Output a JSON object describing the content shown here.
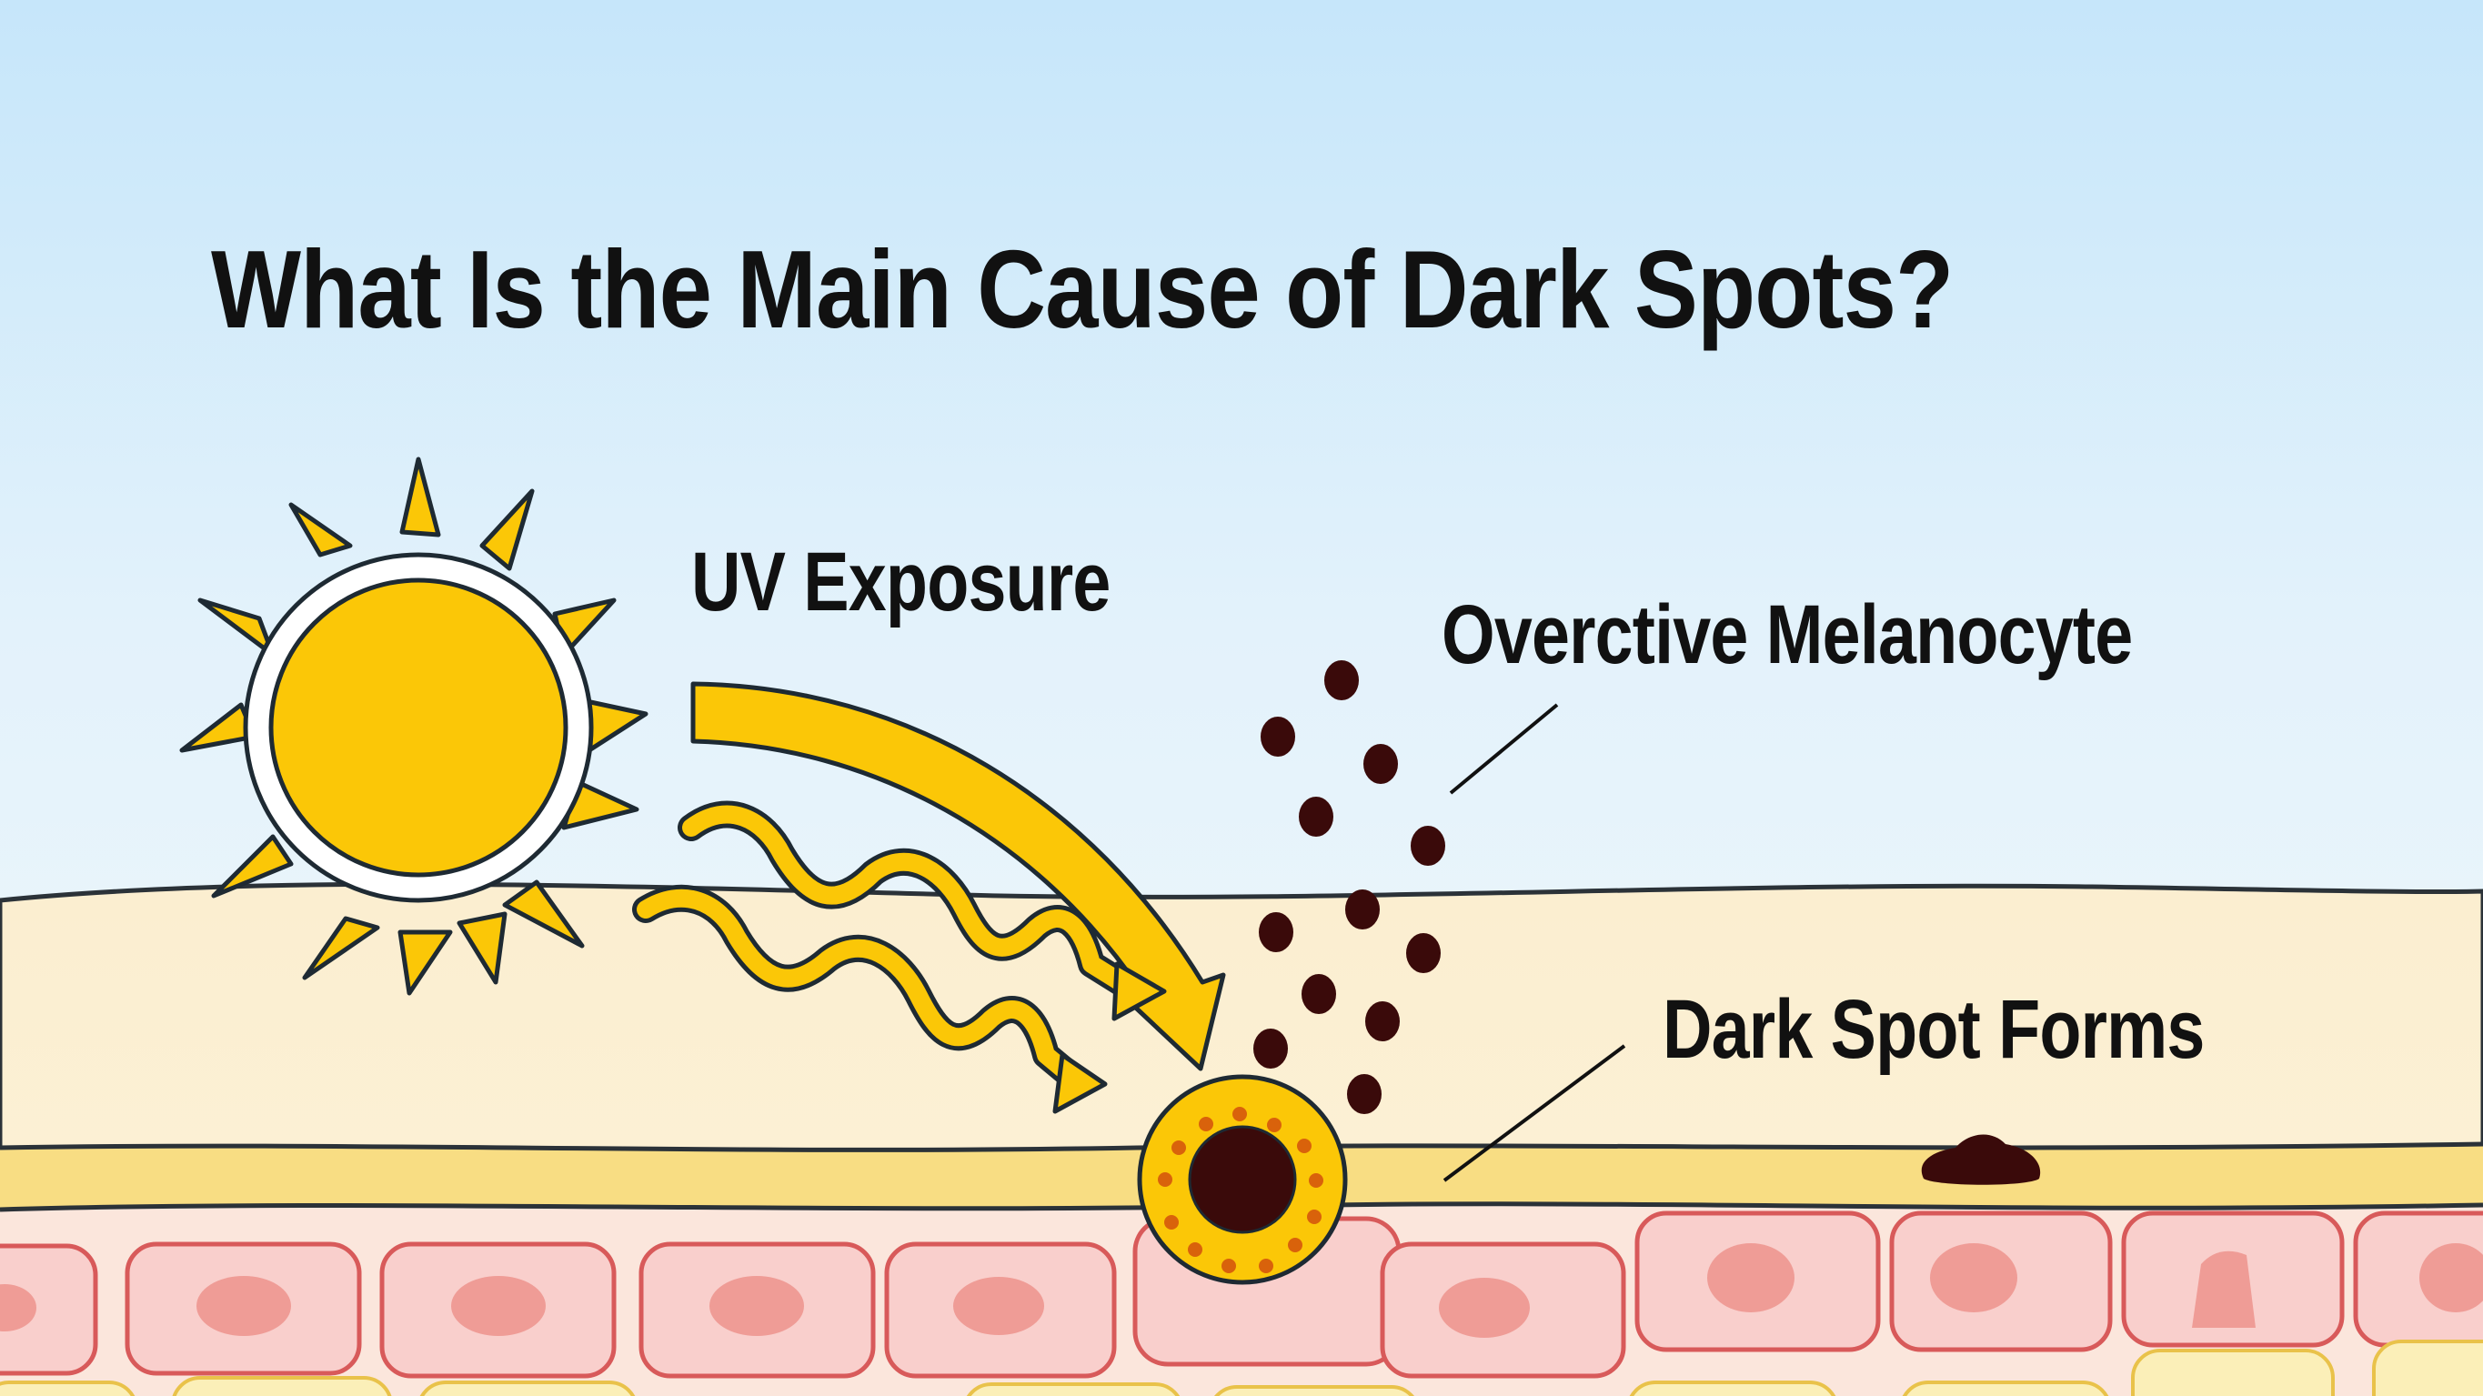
{
  "title": "What Is the Main Cause of Dark Spots?",
  "labels": {
    "uv_exposure": "UV Exposure",
    "melanocyte": "Overctive Melanocyte",
    "dark_spot": "Dark Spot Forms"
  },
  "colors": {
    "sky_top": "#c9e8fb",
    "sky_bottom": "#eef6fb",
    "skin_surface": "#fbf0d2",
    "sun_yellow": "#fbc707",
    "outline": "#1e2a33",
    "basal_band": "#f8dd83",
    "cell_fill": "#f9cfcc",
    "cell_border": "#d85a5a",
    "nucleus": "#ef9c96",
    "melanin": "#3a0a0a",
    "melanosome_dot": "#d9620b",
    "lower_cell_fill": "#fbefb8",
    "lower_cell_border": "#e9c24a"
  },
  "icons": {
    "sun": "sun-icon",
    "uv_arrow": "curved-arrow-icon",
    "uv_waves": "wavy-arrow-icon",
    "melanocyte": "melanocyte-cell-icon",
    "dark_spot": "dark-spot-icon"
  }
}
